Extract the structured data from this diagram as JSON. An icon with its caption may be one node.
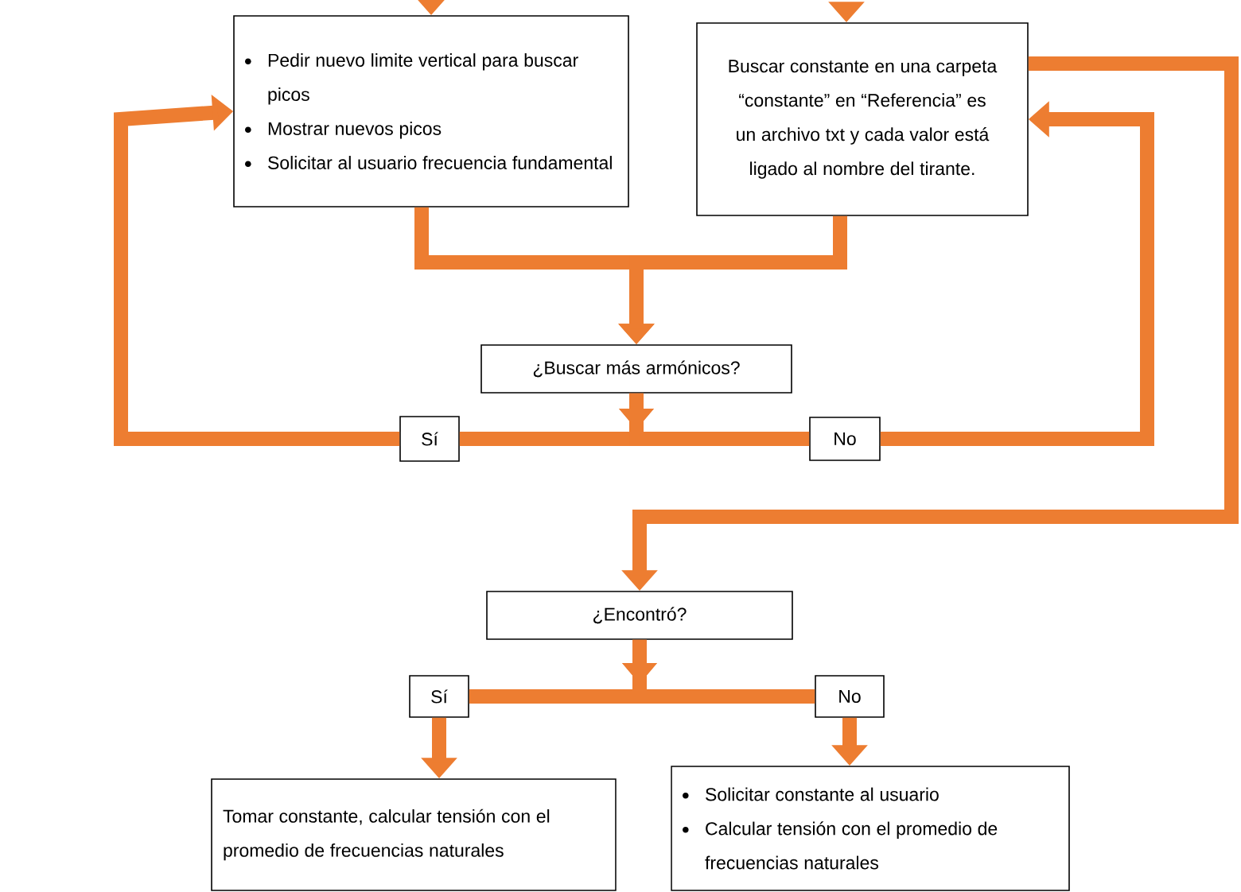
{
  "diagram": {
    "nodes": [
      {
        "text": [
          "Pedir nuevo limite vertical para buscar picos",
          "Mostrar nuevos picos",
          "Solicitar al usuario frecuencia fundamental"
        ]
      },
      {
        "text": [
          "Buscar constante en una carpeta “constante” en “Referencia” es un archivo txt y cada valor está ligado al nombre del tirante."
        ]
      },
      {
        "text": [
          "¿Buscar más armónicos?"
        ]
      },
      {
        "text": [
          "Sí"
        ]
      },
      {
        "text": [
          "No"
        ]
      },
      {
        "text": [
          "¿Encontró?"
        ]
      },
      {
        "text": [
          "Sí"
        ]
      },
      {
        "text": [
          "No"
        ]
      },
      {
        "text": [
          "Tomar constante, calcular tensión con el promedio de frecuencias naturales"
        ]
      },
      {
        "text": [
          "Solicitar constante al usuario",
          "Calcular tensión con el promedio de frecuencias naturales"
        ]
      }
    ],
    "edges": [
      {
        "from": null,
        "to": 0,
        "arrow": "to"
      },
      {
        "from": null,
        "to": 1,
        "arrow": "to"
      },
      {
        "from": 0,
        "to": 2,
        "arrow": "to"
      },
      {
        "from": 1,
        "to": 2,
        "arrow": "to"
      },
      {
        "from": 2,
        "to": 3,
        "arrow": "to"
      },
      {
        "from": 2,
        "to": 4,
        "arrow": "to"
      },
      {
        "from": 3,
        "to": 0,
        "arrow": "to"
      },
      {
        "from": 4,
        "to": 1,
        "arrow": "to"
      },
      {
        "from": 1,
        "to": 5,
        "arrow": "to"
      },
      {
        "from": 5,
        "to": 6,
        "arrow": "to"
      },
      {
        "from": 5,
        "to": 7,
        "arrow": "to"
      },
      {
        "from": 6,
        "to": 8,
        "arrow": "to"
      },
      {
        "from": 7,
        "to": 9,
        "arrow": "to"
      }
    ]
  }
}
